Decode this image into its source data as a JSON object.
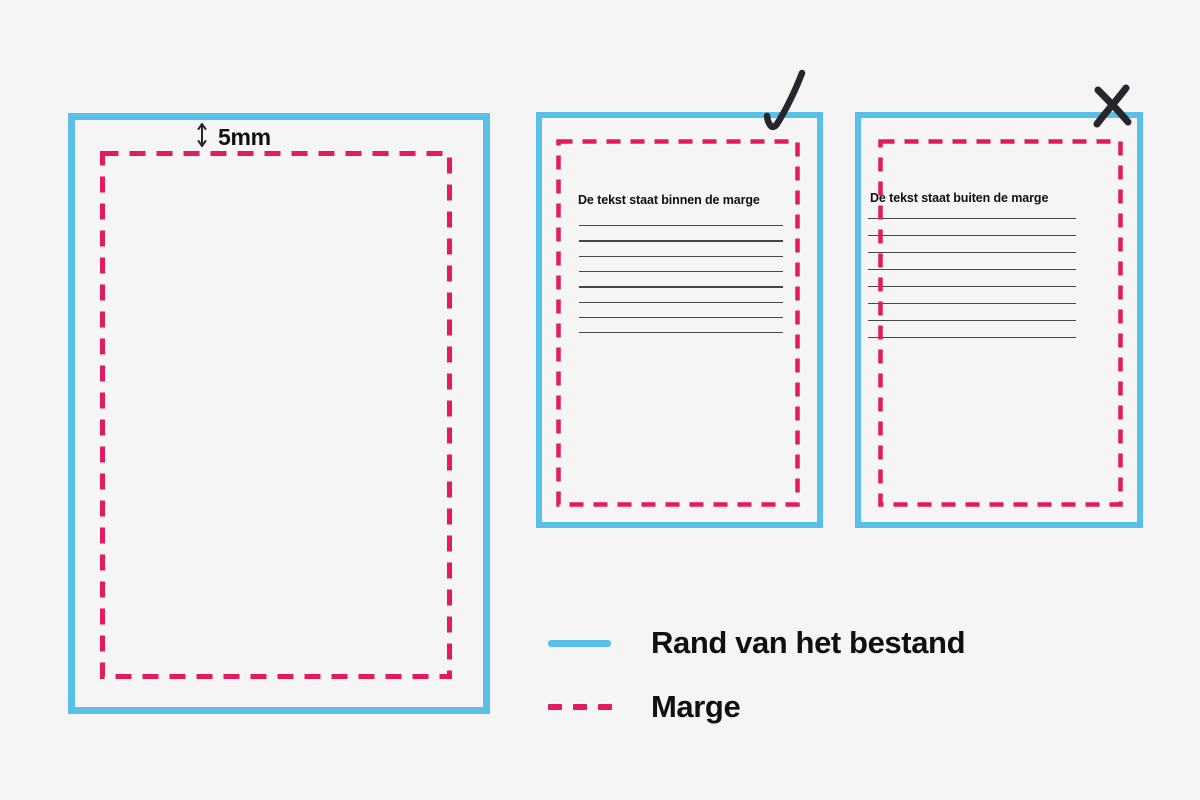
{
  "palette": {
    "background": "#f5f5f6",
    "file_edge_blue": "#59c1e8",
    "margin_pink": "#e21a5f",
    "ink": "#26262c",
    "text": "#101010",
    "ruled_line": "#474747"
  },
  "left_page": {
    "margin_size_label": "5mm"
  },
  "middle_page": {
    "title": "De tekst staat binnen de marge",
    "status": "correct",
    "status_icon": "checkmark-icon",
    "text_line_count": 8
  },
  "right_page": {
    "title": "De tekst staat buiten de marge",
    "status": "incorrect",
    "status_icon": "x-icon",
    "text_line_count": 8
  },
  "legend": {
    "items": [
      {
        "swatch": "solid-blue-line",
        "label": "Rand van het bestand"
      },
      {
        "swatch": "dashed-pink-line",
        "label": "Marge"
      }
    ]
  }
}
